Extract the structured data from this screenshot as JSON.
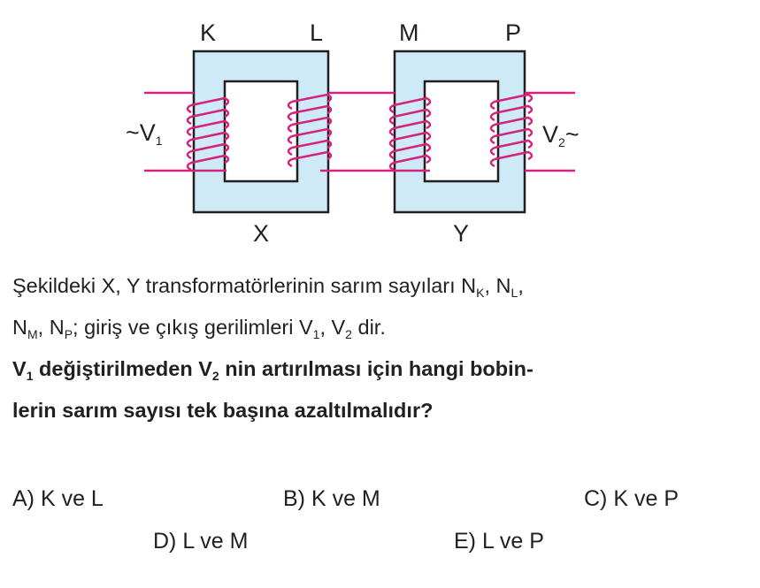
{
  "diagram": {
    "labels": {
      "K": "K",
      "L": "L",
      "M": "M",
      "P": "P",
      "X": "X",
      "Y": "Y"
    },
    "v1_prefix": "~V",
    "v1_sub": "1",
    "v2_text": "V",
    "v2_sub": "2",
    "v2_suffix": "~",
    "colors": {
      "core": "#cdeaf6",
      "wire": "#d6217f",
      "outline": "#231f20"
    }
  },
  "question": {
    "line1": "Şekildeki X, Y transformatörlerinin sarım sayıları N",
    "line1_subK": "K",
    "line1_mid": ", N",
    "line1_subL": "L",
    "line1_end": ",",
    "line2_a": "N",
    "line2_subM": "M",
    "line2_b": ", N",
    "line2_subP": "P",
    "line2_c": "; giriş ve çıkış gerilimleri V",
    "line2_sub1": "1",
    "line2_d": ", V",
    "line2_sub2": "2",
    "line2_e": " dir.",
    "line3_a": "V",
    "line3_sub1": "1",
    "line3_b": " değiştirilmeden V",
    "line3_sub2": "2",
    "line3_c": " nin artırılması için hangi bobin-",
    "line4": "lerin sarım sayısı tek başına azaltılmalıdır?"
  },
  "options": [
    {
      "letter": "A)",
      "text": "K ve L"
    },
    {
      "letter": "B)",
      "text": "K ve M"
    },
    {
      "letter": "C)",
      "text": "K ve P"
    },
    {
      "letter": "D)",
      "text": "L ve M"
    },
    {
      "letter": "E)",
      "text": "L ve P"
    }
  ]
}
